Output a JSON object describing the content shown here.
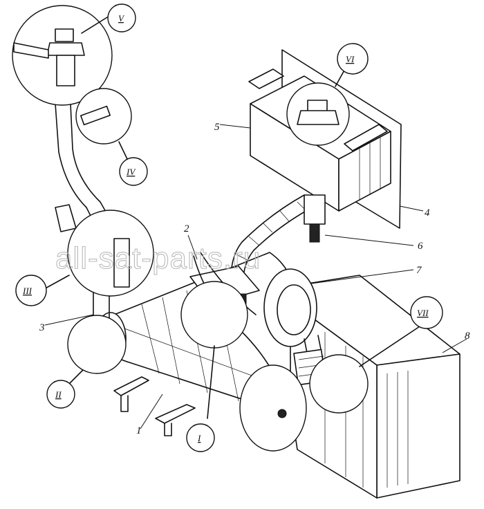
{
  "watermark": "all-sat-parts.ru",
  "part_labels": [
    {
      "id": "part-1",
      "text": "1"
    },
    {
      "id": "part-2",
      "text": "2"
    },
    {
      "id": "part-3",
      "text": "3"
    },
    {
      "id": "part-4",
      "text": "4"
    },
    {
      "id": "part-5",
      "text": "5"
    },
    {
      "id": "part-6",
      "text": "6"
    },
    {
      "id": "part-7",
      "text": "7"
    },
    {
      "id": "part-8",
      "text": "8"
    }
  ],
  "detail_labels": [
    {
      "id": "detail-I",
      "text": "I"
    },
    {
      "id": "detail-II",
      "text": "II"
    },
    {
      "id": "detail-III",
      "text": "III"
    },
    {
      "id": "detail-IV",
      "text": "IV"
    },
    {
      "id": "detail-V",
      "text": "V"
    },
    {
      "id": "detail-VI",
      "text": "VI"
    },
    {
      "id": "detail-VII",
      "text": "VII"
    }
  ]
}
